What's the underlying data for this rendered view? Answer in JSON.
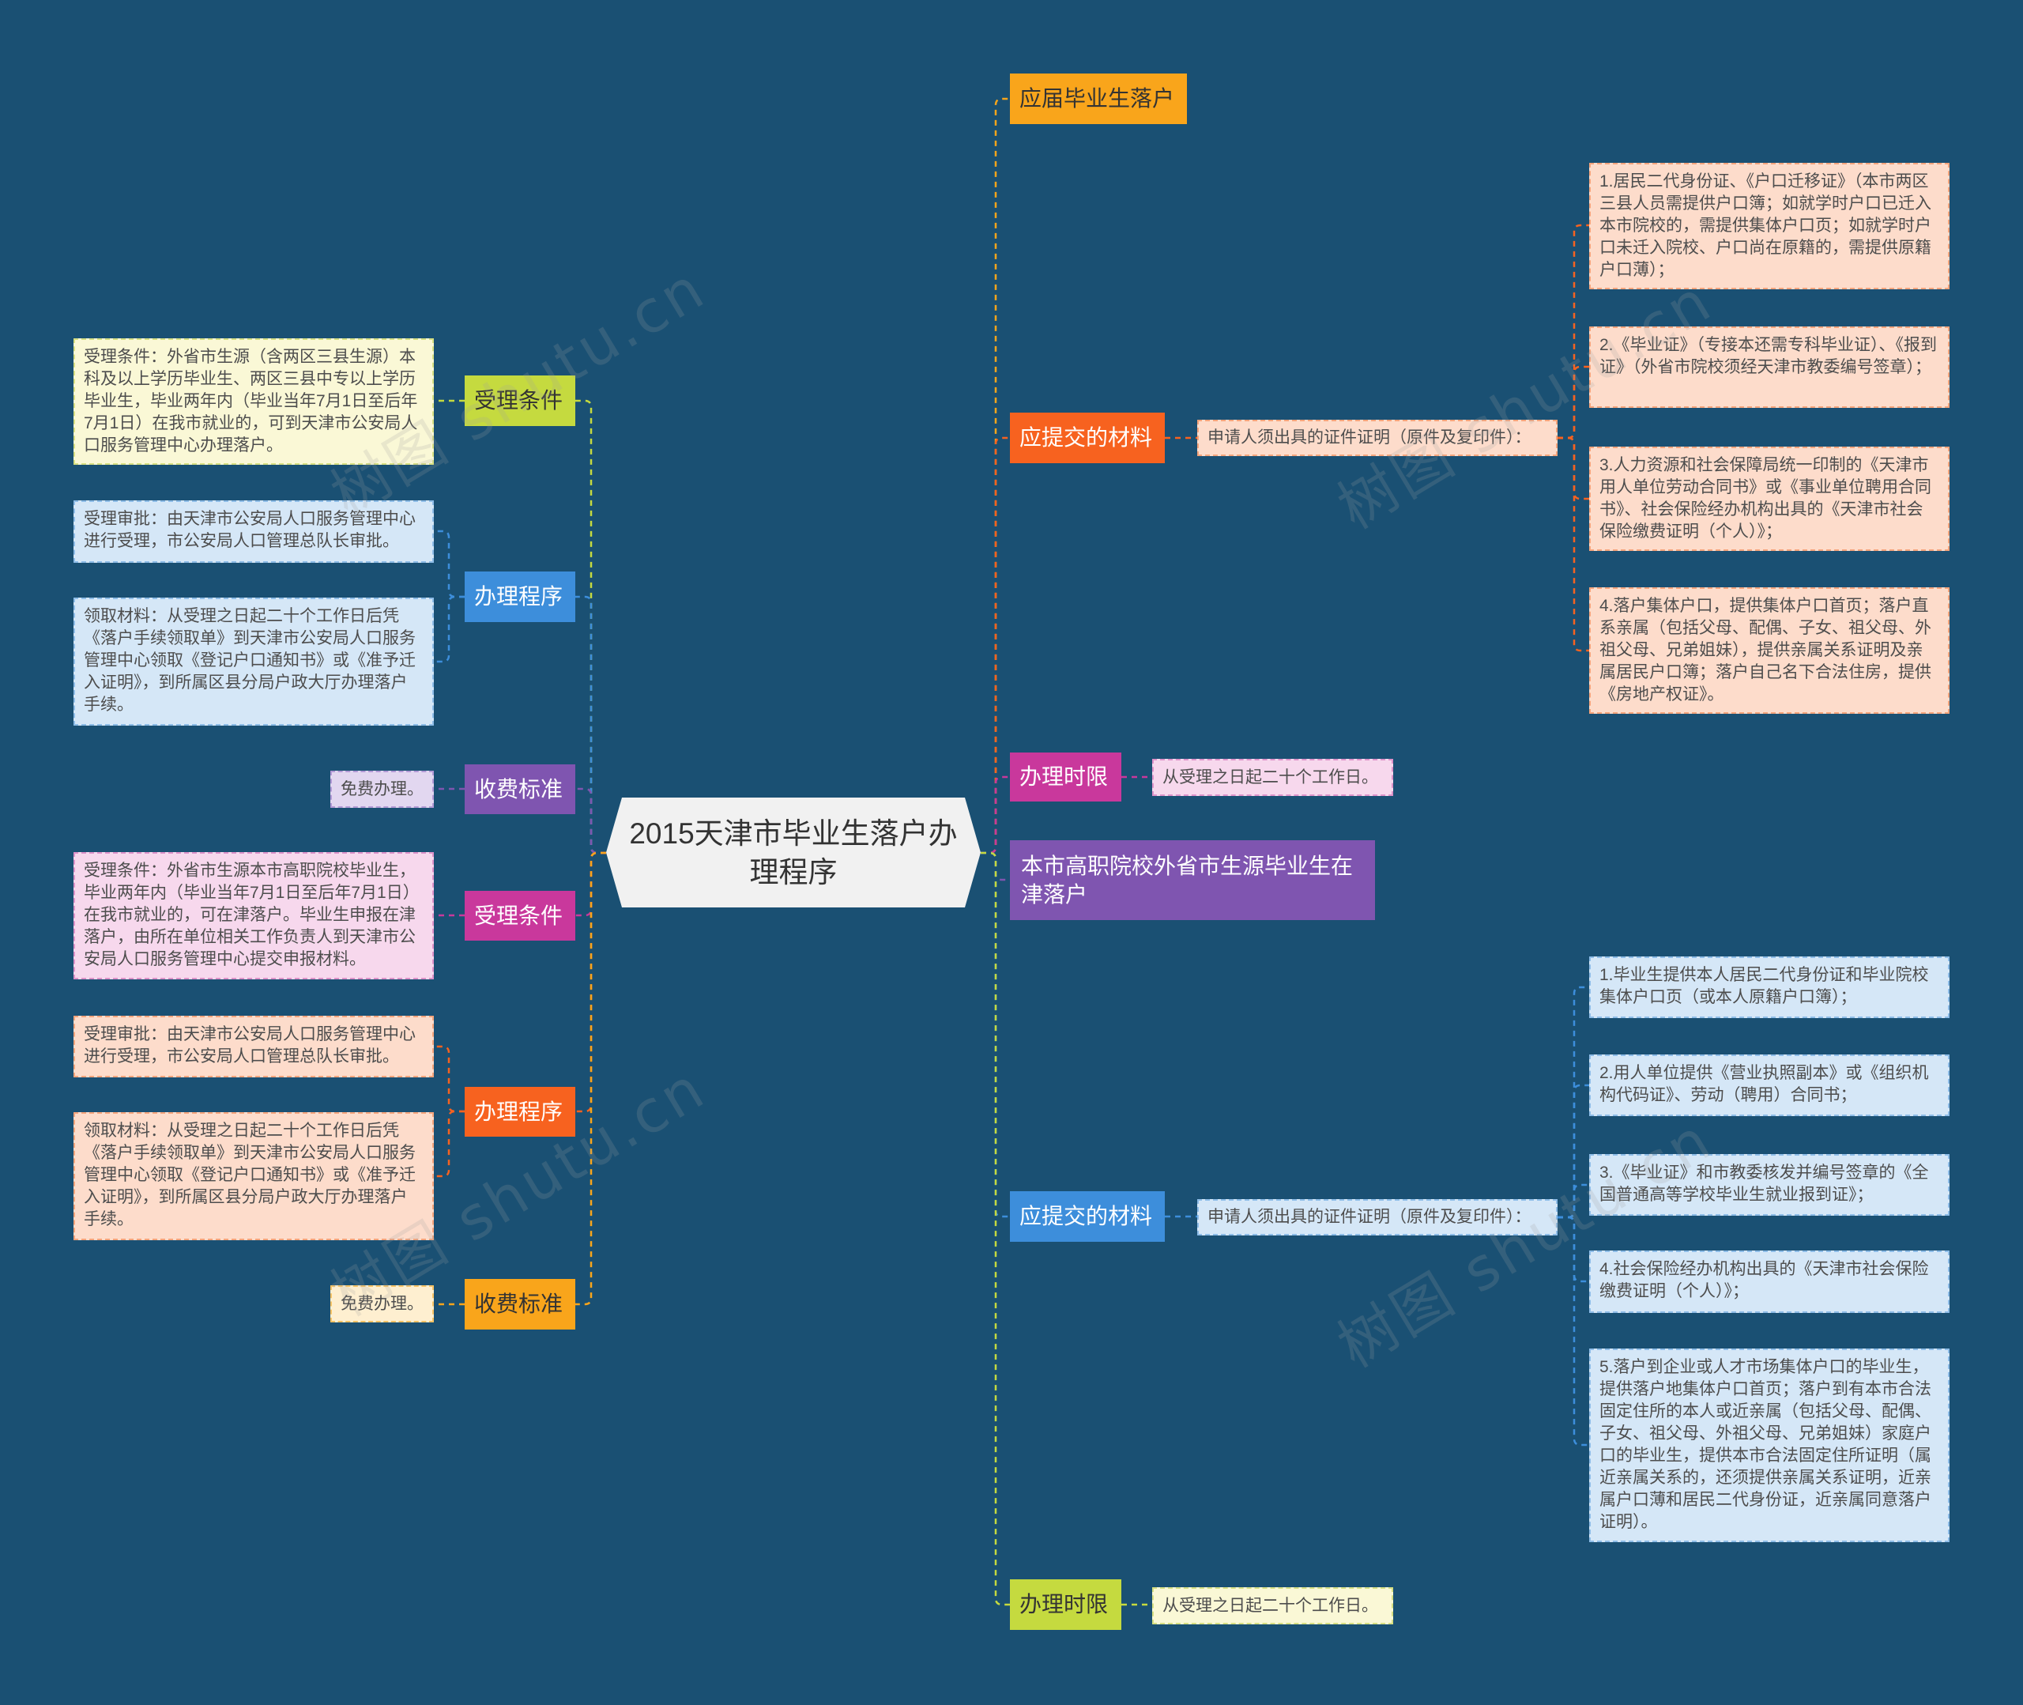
{
  "watermark": "树图 shutu.cn",
  "colors": {
    "background": "#1a5073",
    "orange": "#f9a51b",
    "orange_red": "#f7621f",
    "magenta": "#c9389c",
    "purple": "#7f55b0",
    "blue": "#3d8edb",
    "yellow_green": "#c5da3f"
  },
  "center": {
    "title": "2015天津市毕业生落户办理程序"
  },
  "right": {
    "fresh_graduates": {
      "label": "应届毕业生落户"
    },
    "materials": {
      "label": "应提交的材料",
      "intro": "申请人须出具的证件证明（原件及复印件）：",
      "items": [
        "1.居民二代身份证、《户口迁移证》（本市两区三县人员需提供户口簿；如就学时户口已迁入本市院校的，需提供集体户口页；如就学时户口未迁入院校、户口尚在原籍的，需提供原籍户口薄）；",
        "2.《毕业证》（专接本还需专科毕业证）、《报到证》（外省市院校须经天津市教委编号签章）；",
        "3.人力资源和社会保障局统一印制的《天津市用人单位劳动合同书》或《事业单位聘用合同书》、社会保险经办机构出具的《天津市社会保险缴费证明（个人）》；",
        "4.落户集体户口，提供集体户口首页；落户直系亲属（包括父母、配偶、子女、祖父母、外祖父母、兄弟姐妹），提供亲属关系证明及亲属居民户口簿；落户自己名下合法住房，提供《房地产权证》。"
      ]
    },
    "time_limit": {
      "label": "办理时限",
      "detail": "从受理之日起二十个工作日。"
    },
    "vocational_graduates": {
      "label": "本市高职院校外省市生源毕业生在津落户"
    },
    "materials_vocational": {
      "label": "应提交的材料",
      "intro": "申请人须出具的证件证明（原件及复印件）：",
      "items": [
        "1.毕业生提供本人居民二代身份证和毕业院校集体户口页（或本人原籍户口簿）；",
        "2.用人单位提供《营业执照副本》或《组织机构代码证》、劳动（聘用）合同书；",
        "3.《毕业证》和市教委核发并编号签章的《全国普通高等学校毕业生就业报到证》；",
        "4.社会保险经办机构出具的《天津市社会保险缴费证明（个人）》；",
        "5.落户到企业或人才市场集体户口的毕业生，提供落户地集体户口首页；落户到有本市合法固定住所的本人或近亲属（包括父母、配偶、子女、祖父母、外祖父母、兄弟姐妹）家庭户口的毕业生，提供本市合法固定住所证明（属近亲属关系的，还须提供亲属关系证明，近亲属户口薄和居民二代身份证，近亲属同意落户证明）。"
      ]
    },
    "time_limit_vocational": {
      "label": "办理时限",
      "detail": "从受理之日起二十个工作日。"
    }
  },
  "left": {
    "conditions": {
      "label": "受理条件",
      "detail": "受理条件：外省市生源（含两区三县生源）本科及以上学历毕业生、两区三县中专以上学历毕业生，毕业两年内（毕业当年7月1日至后年7月1日）在我市就业的，可到天津市公安局人口服务管理中心办理落户。"
    },
    "procedure": {
      "label": "办理程序",
      "steps": [
        "受理审批：由天津市公安局人口服务管理中心进行受理，市公安局人口管理总队长审批。",
        "领取材料：从受理之日起二十个工作日后凭《落户手续领取单》到天津市公安局人口服务管理中心领取《登记户口通知书》或《准予迁入证明》，到所属区县分局户政大厅办理落户手续。"
      ]
    },
    "fees": {
      "label": "收费标准",
      "detail": "免费办理。"
    },
    "conditions_vocational": {
      "label": "受理条件",
      "detail": "受理条件：外省市生源本市高职院校毕业生，毕业两年内（毕业当年7月1日至后年7月1日）在我市就业的，可在津落户。毕业生申报在津落户，由所在单位相关工作负责人到天津市公安局人口服务管理中心提交申报材料。"
    },
    "procedure_vocational": {
      "label": "办理程序",
      "steps": [
        "受理审批：由天津市公安局人口服务管理中心进行受理，市公安局人口管理总队长审批。",
        "领取材料：从受理之日起二十个工作日后凭《落户手续领取单》到天津市公安局人口服务管理中心领取《登记户口通知书》或《准予迁入证明》，到所属区县分局户政大厅办理落户手续。"
      ]
    },
    "fees_vocational": {
      "label": "收费标准",
      "detail": "免费办理。"
    }
  }
}
